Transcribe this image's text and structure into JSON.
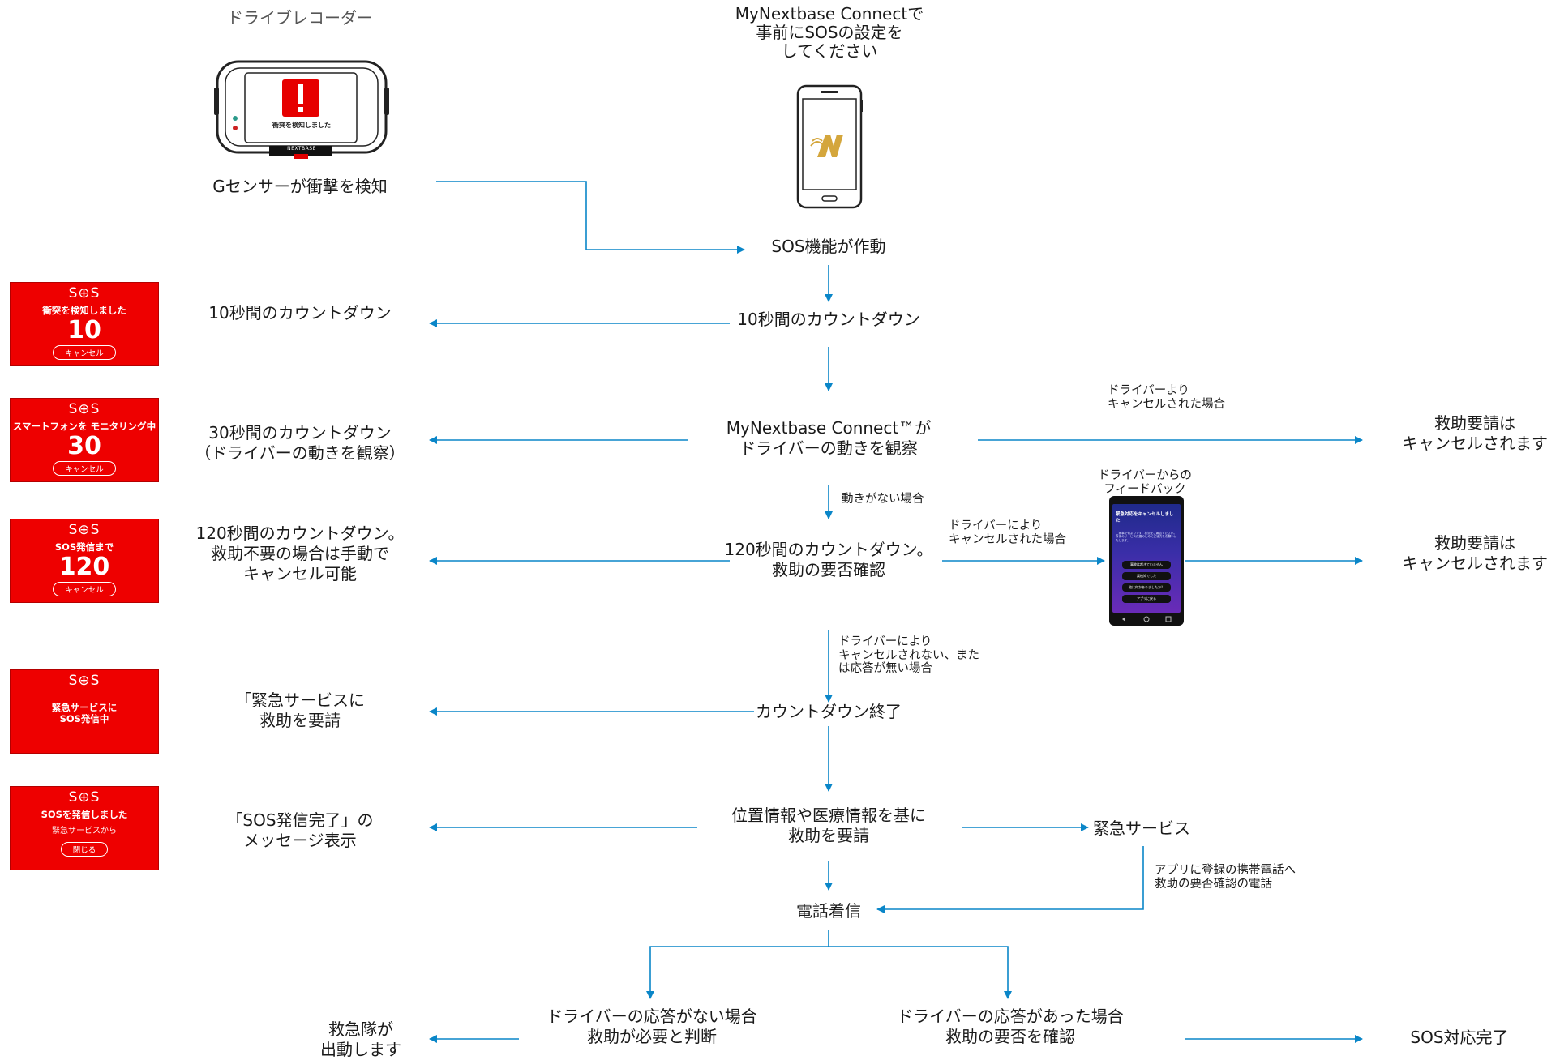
{
  "colors": {
    "arrow": "#0a86c8",
    "panel_red": "#ee0000"
  },
  "dashcam": {
    "label": "ドライブレコーダー",
    "screen_text": "衝突を検知しました",
    "brand": "NEXTBASE",
    "caption": "Gセンサーが衝撃を検知"
  },
  "phone_top": {
    "label": "MyNextbase Connectで\n事前にSOSの設定を\nしてください",
    "icon": "app-logo-icon"
  },
  "flow": {
    "sos_activated": "SOS機能が作動",
    "countdown10": "10秒間のカウントダウン",
    "observe": "MyNextbase Connect™が\nドライバーの動きを観察",
    "no_motion": "動きがない場合",
    "cancel_by_driver": "ドライバーより\nキャンセルされた場合",
    "cancelled_result_1": "救助要請は\nキャンセルされます",
    "countdown120": "120秒間のカウントダウン。\n救助の要否確認",
    "cancel_by_driver_2": "ドライバーにより\nキャンセルされた場合",
    "feedback_label": "ドライバーからの\nフィードバック",
    "cancelled_result_2": "救助要請は\nキャンセルされます",
    "not_cancelled": "ドライバーにより\nキャンセルされない、また\nは応答が無い場合",
    "countdown_end": "カウントダウン終了",
    "request_rescue": "位置情報や医療情報を基に\n救助を要請",
    "emergency_services": "緊急サービス",
    "app_call_note": "アプリに登録の携帯電話へ\n救助の要否確認の電話",
    "incoming_call": "電話着信",
    "no_response": "ドライバーの応答がない場合\n救助が必要と判断",
    "responded": "ドライバーの応答があった場合\n救助の要否を確認",
    "dispatch": "救急隊が\n出動します",
    "sos_complete": "SOS対応完了"
  },
  "left_labels": {
    "l1": "10秒間のカウントダウン",
    "l2": "30秒間のカウントダウン\n（ドライバーの動きを観察）",
    "l3": "120秒間のカウントダウン。\n救助不要の場合は手動で\nキャンセル可能",
    "l4": "「緊急サービスに\n救助を要請",
    "l5": "「SOS発信完了」の\nメッセージ表示"
  },
  "panels": [
    {
      "sos": "S⊕S",
      "msg": "衝突を検知しました",
      "num": "10",
      "sub": "",
      "button": "キャンセル"
    },
    {
      "sos": "S⊕S",
      "msg": "スマートフォンを モニタリング中",
      "num": "30",
      "sub": "",
      "button": "キャンセル"
    },
    {
      "sos": "S⊕S",
      "msg": "SOS発信まで",
      "num": "120",
      "sub": "",
      "button": "キャンセル"
    },
    {
      "sos": "S⊕S",
      "msg": "緊急サービスに\nSOS発信中",
      "num": "",
      "sub": "",
      "button": ""
    },
    {
      "sos": "S⊕S",
      "msg": "SOSを発信しました",
      "num": "",
      "sub": "緊急サービスから",
      "button": "閉じる"
    }
  ],
  "feedback_phone": {
    "header": "緊急対応をキャンセルしました",
    "body": "ご無事で何よりです。状況をご報告ください。今後のサービス改善のためにご協力をお願いいたします。",
    "options": [
      "事故は起きていません",
      "誤検知でした",
      "他に何かありましたか？",
      "アプリに戻る"
    ]
  }
}
